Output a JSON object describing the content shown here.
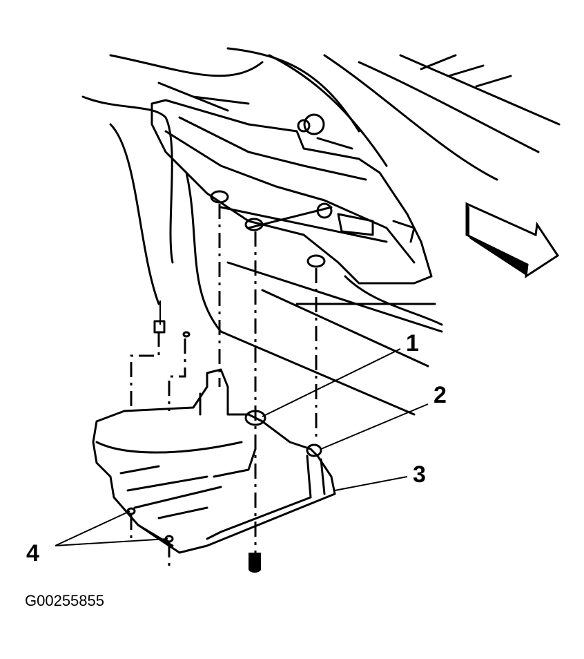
{
  "callouts": [
    "1",
    "2",
    "3",
    "4"
  ],
  "figure_code": "G00255855",
  "icons": {
    "direction_arrow": "arrow-right-icon"
  }
}
